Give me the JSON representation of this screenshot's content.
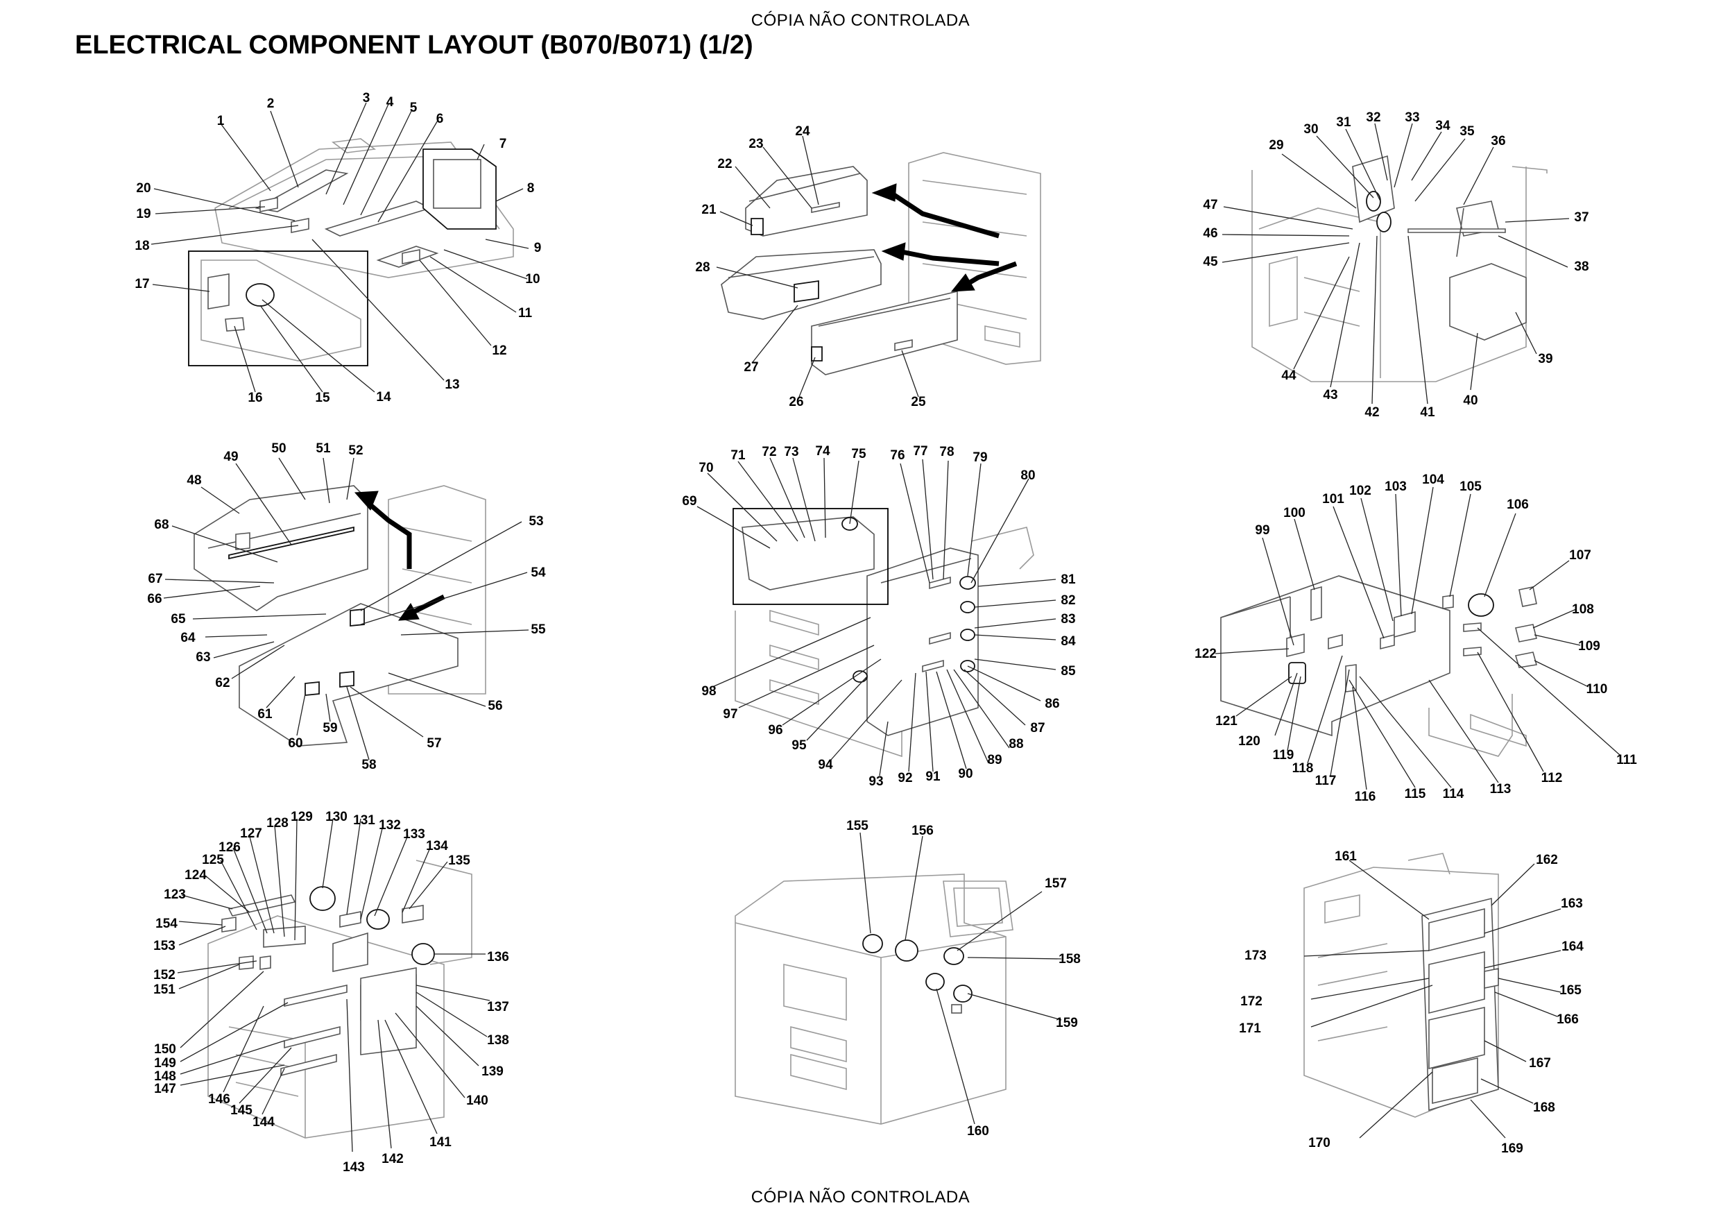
{
  "header": {
    "watermark_top": "CÓPIA NÃO CONTROLADA",
    "title": "ELECTRICAL COMPONENT LAYOUT (B070/B071) (1/2)",
    "watermark_bottom": "CÓPIA NÃO CONTROLADA"
  },
  "colors": {
    "outline_light": "#9a9a9a",
    "outline_dark": "#111111",
    "text": "#000000"
  },
  "panels": [
    {
      "id": "p1",
      "labels": [
        "1",
        "2",
        "3",
        "4",
        "5",
        "6",
        "7",
        "8",
        "9",
        "10",
        "11",
        "12",
        "13",
        "14",
        "15",
        "16",
        "17",
        "18",
        "19",
        "20"
      ]
    },
    {
      "id": "p2",
      "labels": [
        "21",
        "22",
        "23",
        "24",
        "25",
        "26",
        "27",
        "28"
      ]
    },
    {
      "id": "p3",
      "labels": [
        "29",
        "30",
        "31",
        "32",
        "33",
        "34",
        "35",
        "36",
        "37",
        "38",
        "39",
        "40",
        "41",
        "42",
        "43",
        "44",
        "45",
        "46",
        "47"
      ]
    },
    {
      "id": "p4",
      "labels": [
        "48",
        "49",
        "50",
        "51",
        "52",
        "53",
        "54",
        "55",
        "56",
        "57",
        "58",
        "59",
        "60",
        "61",
        "62",
        "63",
        "64",
        "65",
        "66",
        "67",
        "68"
      ]
    },
    {
      "id": "p5",
      "labels": [
        "69",
        "70",
        "71",
        "72",
        "73",
        "74",
        "75",
        "76",
        "77",
        "78",
        "79",
        "80",
        "81",
        "82",
        "83",
        "84",
        "85",
        "86",
        "87",
        "88",
        "89",
        "90",
        "91",
        "92",
        "93",
        "94",
        "95",
        "96",
        "97",
        "98"
      ]
    },
    {
      "id": "p6",
      "labels": [
        "99",
        "100",
        "101",
        "102",
        "103",
        "104",
        "105",
        "106",
        "107",
        "108",
        "109",
        "110",
        "111",
        "112",
        "113",
        "114",
        "115",
        "116",
        "117",
        "118",
        "119",
        "120",
        "121",
        "122"
      ]
    },
    {
      "id": "p7",
      "labels": [
        "123",
        "124",
        "125",
        "126",
        "127",
        "128",
        "129",
        "130",
        "131",
        "132",
        "133",
        "134",
        "135",
        "136",
        "137",
        "138",
        "139",
        "140",
        "141",
        "142",
        "143",
        "144",
        "145",
        "146",
        "147",
        "148",
        "149",
        "150",
        "151",
        "152",
        "153",
        "154"
      ]
    },
    {
      "id": "p8",
      "labels": [
        "155",
        "156",
        "157",
        "158",
        "159",
        "160"
      ]
    },
    {
      "id": "p9",
      "labels": [
        "161",
        "162",
        "163",
        "164",
        "165",
        "166",
        "167",
        "168",
        "169",
        "170",
        "171",
        "172",
        "173"
      ]
    }
  ]
}
